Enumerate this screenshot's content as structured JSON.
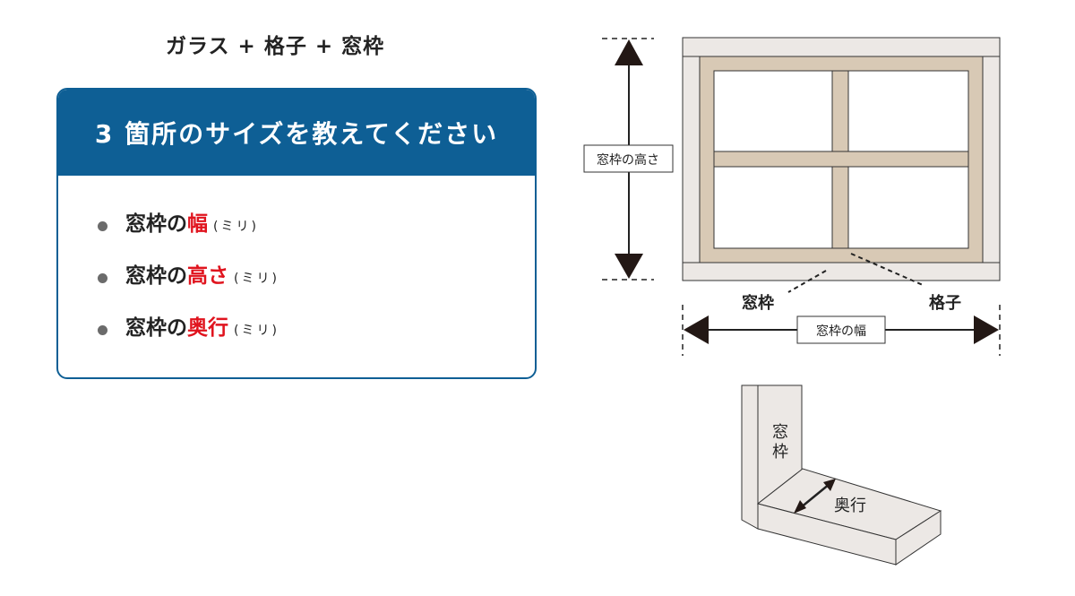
{
  "title": "ガラス + 格子 + 窓枠",
  "card": {
    "heading": "3 箇所のサイズを教えてください",
    "items": [
      {
        "prefix": "窓枠の",
        "highlight": "幅",
        "unit": "(ミリ)"
      },
      {
        "prefix": "窓枠の",
        "highlight": "高さ",
        "unit": "(ミリ)"
      },
      {
        "prefix": "窓枠の",
        "highlight": "奥行",
        "unit": "(ミリ)"
      }
    ]
  },
  "diagram": {
    "height_label": "窓枠の高さ",
    "width_label": "窓枠の幅",
    "frame_label": "窓枠",
    "lattice_label": "格子",
    "depth_frame_label_1": "窓",
    "depth_frame_label_2": "枠",
    "depth_label": "奥行"
  },
  "colors": {
    "brand": "#0e5f95",
    "highlight": "#e0141e",
    "frame": "#d8c9b5",
    "sash": "#ece8e5"
  }
}
